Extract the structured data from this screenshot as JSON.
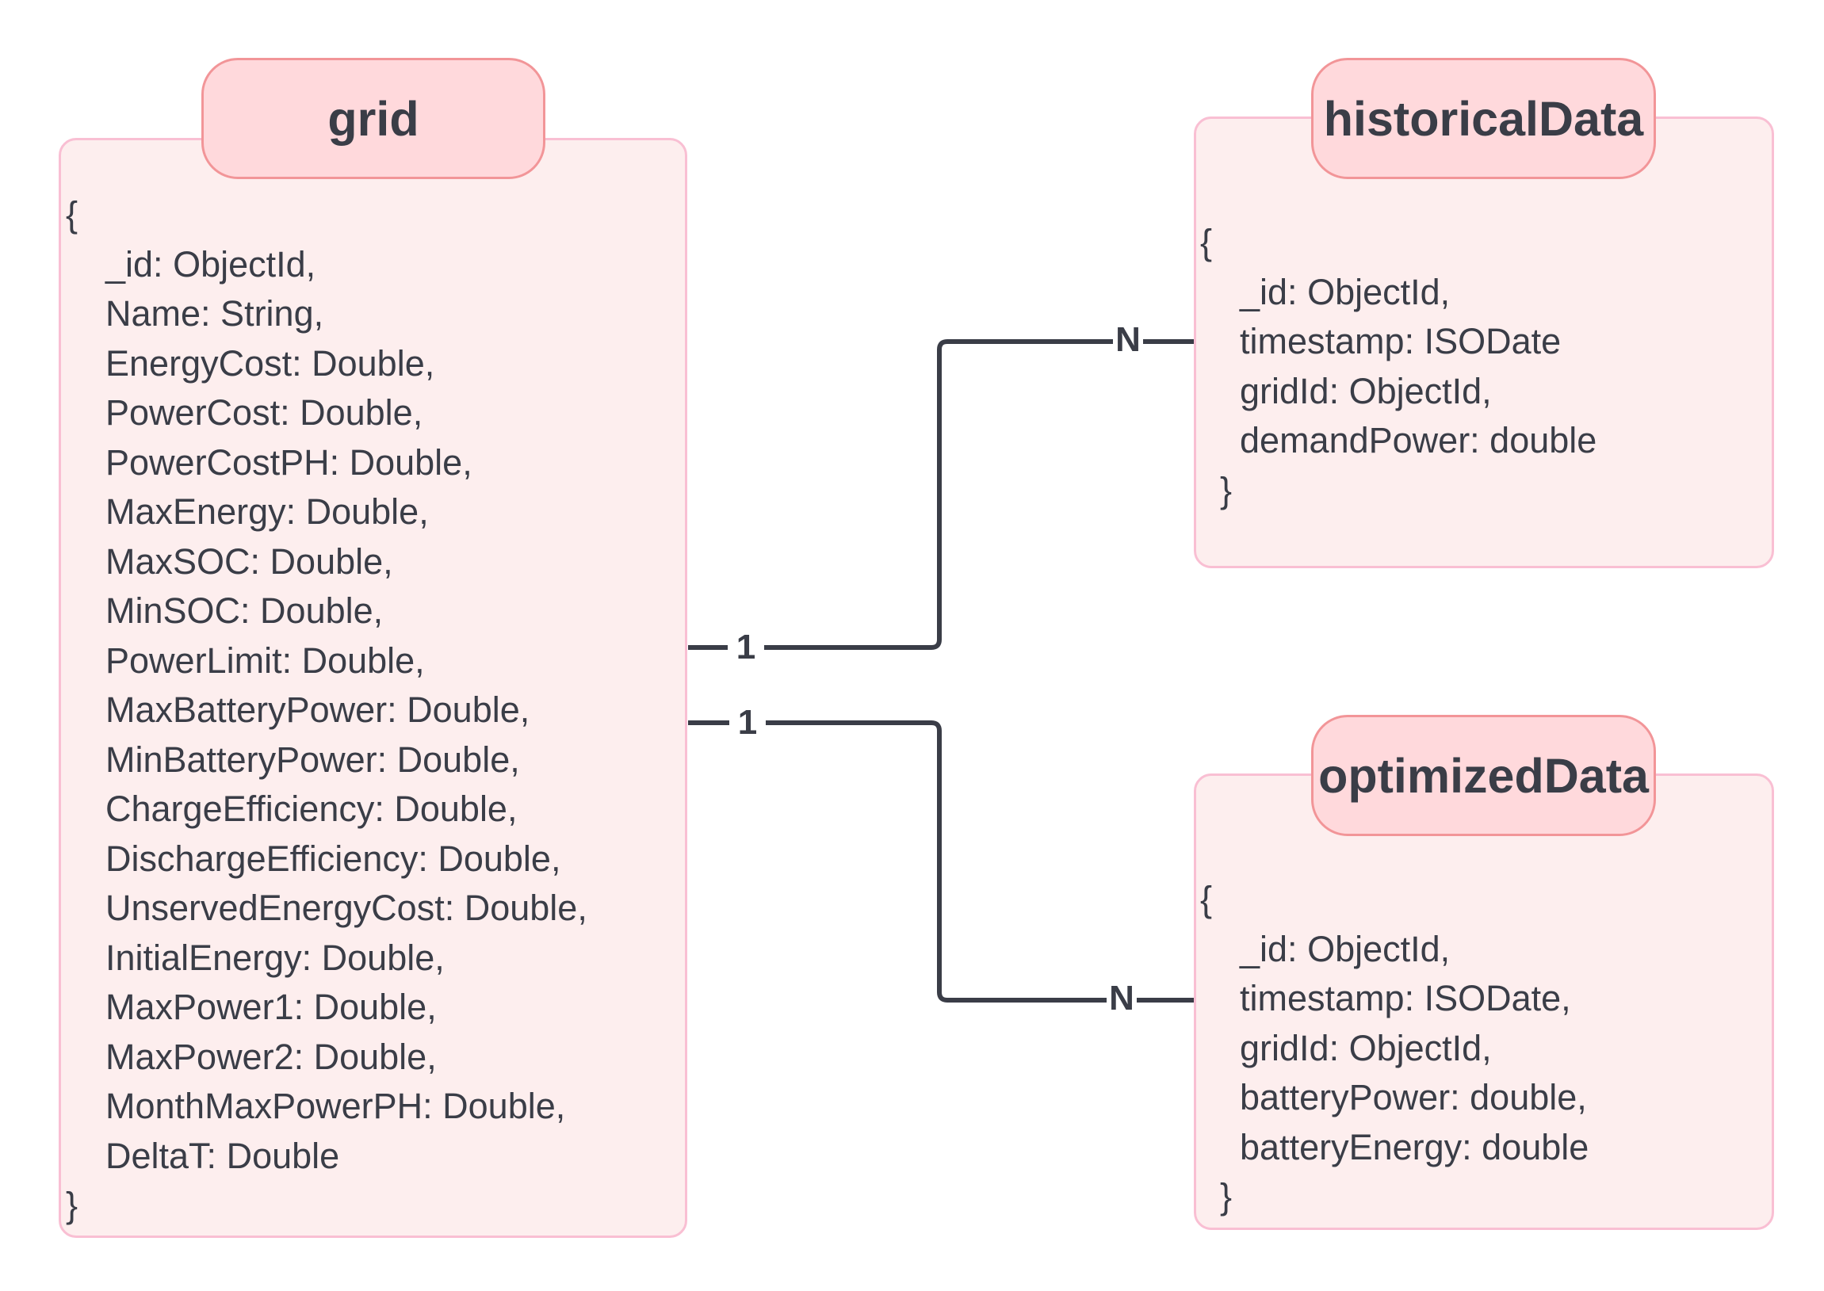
{
  "entities": {
    "grid": {
      "title": "grid",
      "body": "{\n    _id: ObjectId,\n    Name: String,\n    EnergyCost: Double,\n    PowerCost: Double,\n    PowerCostPH: Double,\n    MaxEnergy: Double,\n    MaxSOC: Double,\n    MinSOC: Double,\n    PowerLimit: Double,\n    MaxBatteryPower: Double,\n    MinBatteryPower: Double,\n    ChargeEfficiency: Double,\n    DischargeEfficiency: Double,\n    UnservedEnergyCost: Double,\n    InitialEnergy: Double,\n    MaxPower1: Double,\n    MaxPower2: Double,\n    MonthMaxPowerPH: Double,\n    DeltaT: Double\n}"
    },
    "historicalData": {
      "title": "historicalData",
      "body": "{\n    _id: ObjectId,\n    timestamp: ISODate\n    gridId: ObjectId,\n    demandPower: double\n  }"
    },
    "optimizedData": {
      "title": "optimizedData",
      "body": "{\n    _id: ObjectId,\n    timestamp: ISODate,\n    gridId: ObjectId,\n    batteryPower: double,\n    batteryEnergy: double\n  }"
    }
  },
  "relations": [
    {
      "from": "grid",
      "to": "historicalData",
      "from_card": "1",
      "to_card": "N"
    },
    {
      "from": "grid",
      "to": "optimizedData",
      "from_card": "1",
      "to_card": "N"
    }
  ],
  "colors": {
    "box_fill": "#fdeeee",
    "box_border": "#f9bfd3",
    "header_fill": "#ffd9dc",
    "header_border": "#f29598",
    "line": "#3a3d47",
    "text": "#3a3d47"
  }
}
